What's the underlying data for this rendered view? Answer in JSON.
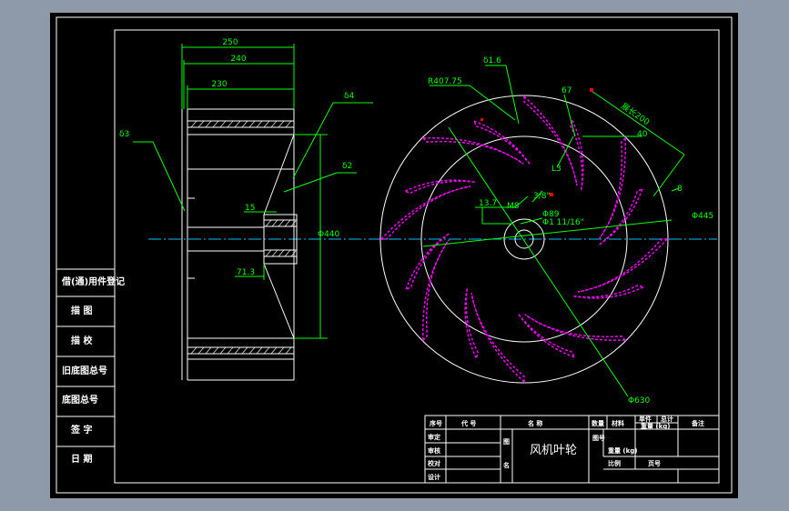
{
  "colors": {
    "background_outer": "#8e9aa9",
    "canvas": "#000000",
    "line": "#ffffff",
    "dimension": "#00ff00",
    "center_line": "#00bfff",
    "blade": "#ff00ff",
    "marker": "#ff0000"
  },
  "left_view": {
    "dims": {
      "d250": "250",
      "d240": "240",
      "d230": "230",
      "delta3": "δ3",
      "delta4": "δ4",
      "delta2": "δ2",
      "d15": "15",
      "d440": "Φ440",
      "d71": "71.3"
    }
  },
  "right_view": {
    "dims": {
      "delta16": "δ1.6",
      "r407": "R407.75",
      "d67": "67",
      "d40": "40",
      "d8": "8",
      "d445": "Φ445",
      "d630": "Φ630",
      "d13": "L3",
      "d137": "13.7",
      "hub_label": "M8",
      "d38": "3/8\"",
      "d89": "Φ89",
      "hub_bottom": "Φ1 11/16\"",
      "blade_len": "展长200"
    }
  },
  "side_table": {
    "rows": [
      "借(通)用件登记",
      "描 图",
      "描 校",
      "旧底图总号",
      "底图总号",
      "签 字",
      "日 期"
    ]
  },
  "title_block": {
    "header": {
      "seq": "序号",
      "code": "代 号",
      "name": "名 称",
      "qty": "数量",
      "material": "材料",
      "single_weight": "单件",
      "total_weight": "总计",
      "weight_label": "重量 (kg)",
      "remark": "备注"
    },
    "roles": [
      "审定",
      "审核",
      "校对",
      "设计"
    ],
    "drawing_label": "图",
    "name_label": "名",
    "title": "风机叶轮",
    "tu_hao": "图号",
    "zhong_liang": "重量 (kg)",
    "scale": "比例",
    "sheet": "页号"
  }
}
